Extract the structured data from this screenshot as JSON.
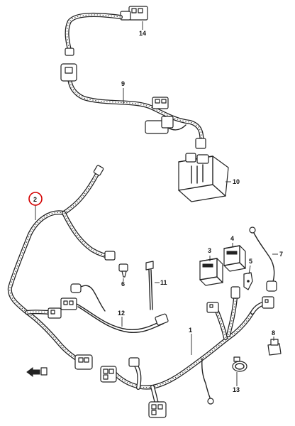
{
  "diagram": {
    "callouts": {
      "c1": "1",
      "c2": "2",
      "c3": "3",
      "c4": "4",
      "c5": "5",
      "c6": "6",
      "c7": "7",
      "c8": "8",
      "c9": "9",
      "c10": "10",
      "c11": "11",
      "c12": "12",
      "c13": "13",
      "c14": "14"
    },
    "highlight_color": "#d40000",
    "line_color": "#222222"
  }
}
